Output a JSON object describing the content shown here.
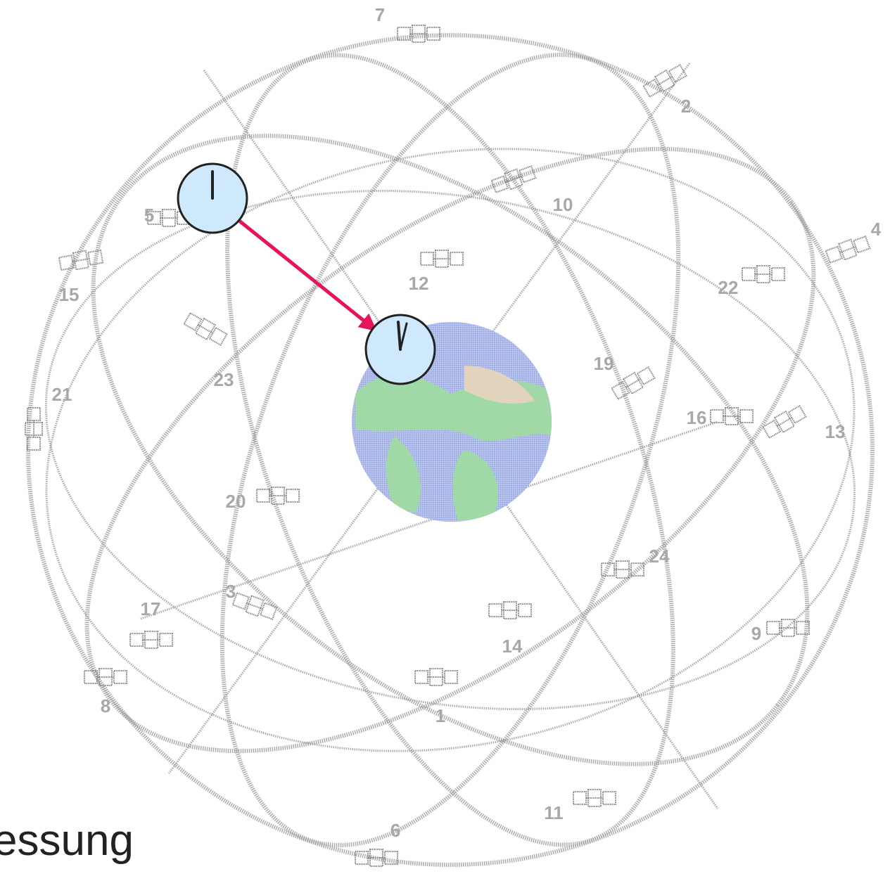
{
  "caption": "essung",
  "satellites": [
    {
      "id": "7",
      "label": "7"
    },
    {
      "id": "2",
      "label": "2"
    },
    {
      "id": "10",
      "label": "10"
    },
    {
      "id": "5",
      "label": "5"
    },
    {
      "id": "4",
      "label": "4"
    },
    {
      "id": "15",
      "label": "15"
    },
    {
      "id": "12",
      "label": "12"
    },
    {
      "id": "22",
      "label": "22"
    },
    {
      "id": "23",
      "label": "23"
    },
    {
      "id": "19",
      "label": "19"
    },
    {
      "id": "16",
      "label": "16"
    },
    {
      "id": "13",
      "label": "13"
    },
    {
      "id": "21",
      "label": "21"
    },
    {
      "id": "20",
      "label": "20"
    },
    {
      "id": "24",
      "label": "24"
    },
    {
      "id": "3",
      "label": "3"
    },
    {
      "id": "17",
      "label": "17"
    },
    {
      "id": "14",
      "label": "14"
    },
    {
      "id": "9",
      "label": "9"
    },
    {
      "id": "8",
      "label": "8"
    },
    {
      "id": "1",
      "label": "1"
    },
    {
      "id": "11",
      "label": "11"
    },
    {
      "id": "6",
      "label": "6"
    }
  ],
  "colors": {
    "signal_arrow": "#e8145a",
    "clock_face": "#cde9fb",
    "orbit": "#9c9c9c"
  }
}
